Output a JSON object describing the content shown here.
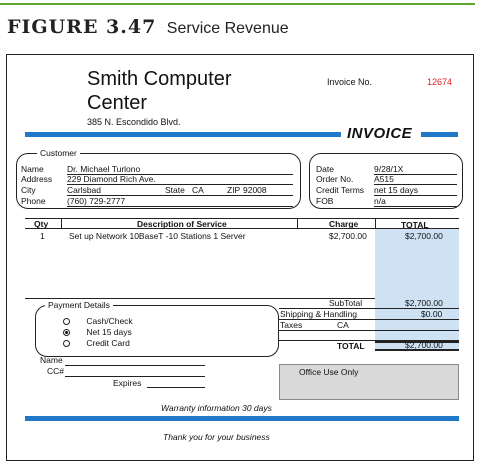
{
  "figure": {
    "label": "FIGURE 3.47",
    "caption": "Service Revenue"
  },
  "company": {
    "name_line1": "Smith Computer",
    "name_line2": "Center",
    "address": "385 N. Escondido Blvd."
  },
  "invoice": {
    "number_label": "Invoice No.",
    "number": "12674",
    "title": "INVOICE"
  },
  "customer": {
    "legend": "Customer",
    "name_label": "Name",
    "name": "Dr. Michael Turlono",
    "address_label": "Address",
    "address": "229 Diamond Rich Ave.",
    "city_label": "City",
    "city": "Carlsbad",
    "state_label": "State",
    "state": "CA",
    "zip_label": "ZIP",
    "zip": "92008",
    "phone_label": "Phone",
    "phone": "(760) 729-2777"
  },
  "order": {
    "date_label": "Date",
    "date": "9/28/1X",
    "order_no_label": "Order No.",
    "order_no": "A515",
    "credit_terms_label": "Credit Terms",
    "credit_terms": "net 15 days",
    "fob_label": "FOB",
    "fob": "n/a"
  },
  "table": {
    "headers": {
      "qty": "Qty",
      "description": "Description of Service",
      "charge": "Charge",
      "total": "TOTAL"
    },
    "rows": [
      {
        "qty": "1",
        "description": "Set up Network 10BaseT -10 Stations 1 Server",
        "charge": "$2,700.00",
        "total": "$2,700.00"
      }
    ]
  },
  "payment": {
    "legend": "Payment Details",
    "options": [
      {
        "label": "Cash/Check",
        "selected": false
      },
      {
        "label": "Net 15 days",
        "selected": true
      },
      {
        "label": "Credit Card",
        "selected": false
      }
    ],
    "name_label": "Name",
    "cc_label": "CC#",
    "expires_label": "Expires"
  },
  "totals": {
    "subtotal_label": "SubTotal",
    "subtotal": "$2,700.00",
    "shipping_label": "Shipping & Handling",
    "shipping": "$0.00",
    "taxes_label": "Taxes",
    "taxes_state": "CA",
    "total_label": "TOTAL",
    "total": "$2,700.00"
  },
  "office_use": "Office Use Only",
  "warranty": "Warranty information 30 days",
  "thanks": "Thank you for your business",
  "colors": {
    "accent_blue": "#1f78c8",
    "figure_rule_green": "#5ea62e",
    "total_column": "#cfe2f3",
    "invoice_number": "#dd2222"
  }
}
